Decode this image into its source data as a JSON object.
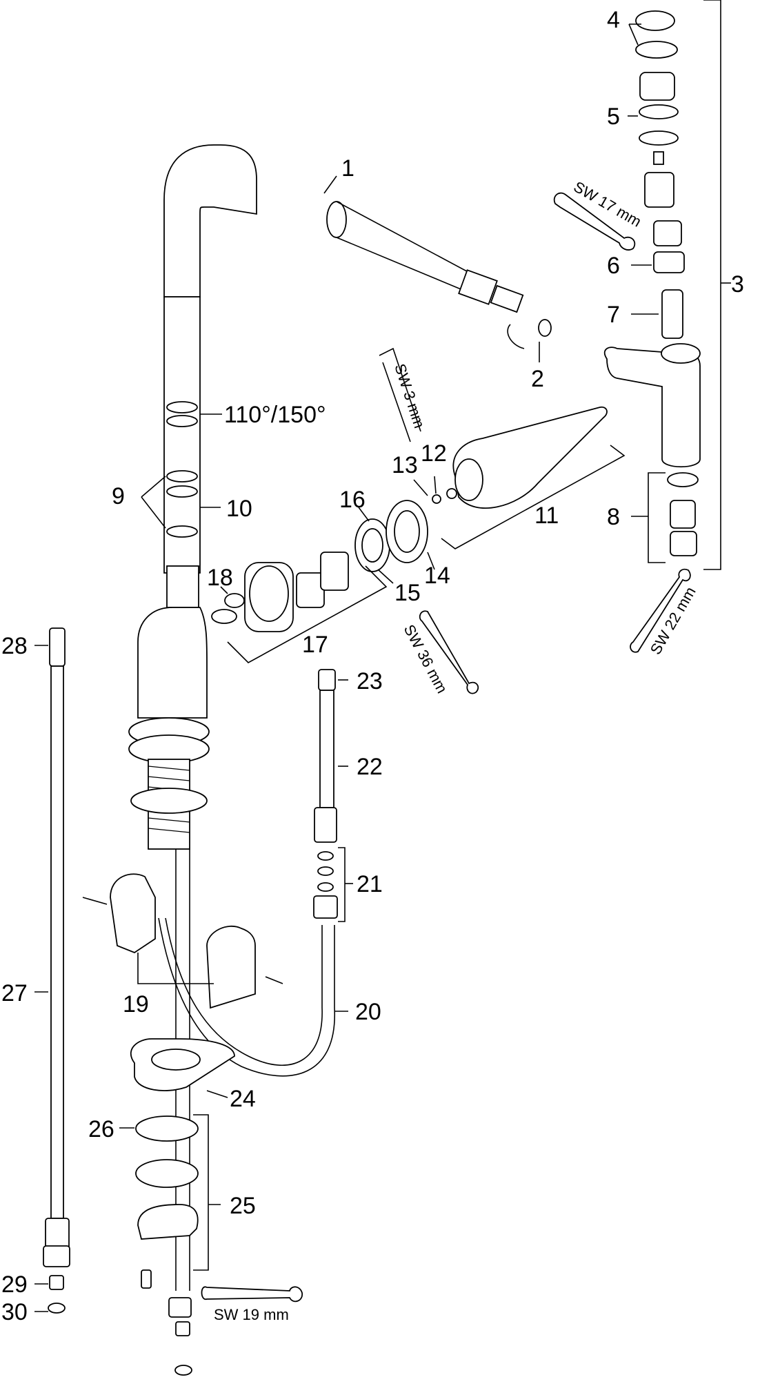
{
  "labels": {
    "p1": "1",
    "p2": "2",
    "p3": "3",
    "p4": "4",
    "p5": "5",
    "p6": "6",
    "p7": "7",
    "p8": "8",
    "p9": "9",
    "p10": "10",
    "p11": "11",
    "p12": "12",
    "p13": "13",
    "p14": "14",
    "p15": "15",
    "p16": "16",
    "p17": "17",
    "p18": "18",
    "p19": "19",
    "p20": "20",
    "p21": "21",
    "p22": "22",
    "p23": "23",
    "p24": "24",
    "p25": "25",
    "p26": "26",
    "p27": "27",
    "p28": "28",
    "p29": "29",
    "p30": "30",
    "angle": "110°/150°"
  },
  "tools": {
    "sw17": "SW 17 mm",
    "sw3": "SW 3 mm",
    "sw22": "SW 22 mm",
    "sw36": "SW 36 mm",
    "sw19": "SW 19 mm"
  }
}
